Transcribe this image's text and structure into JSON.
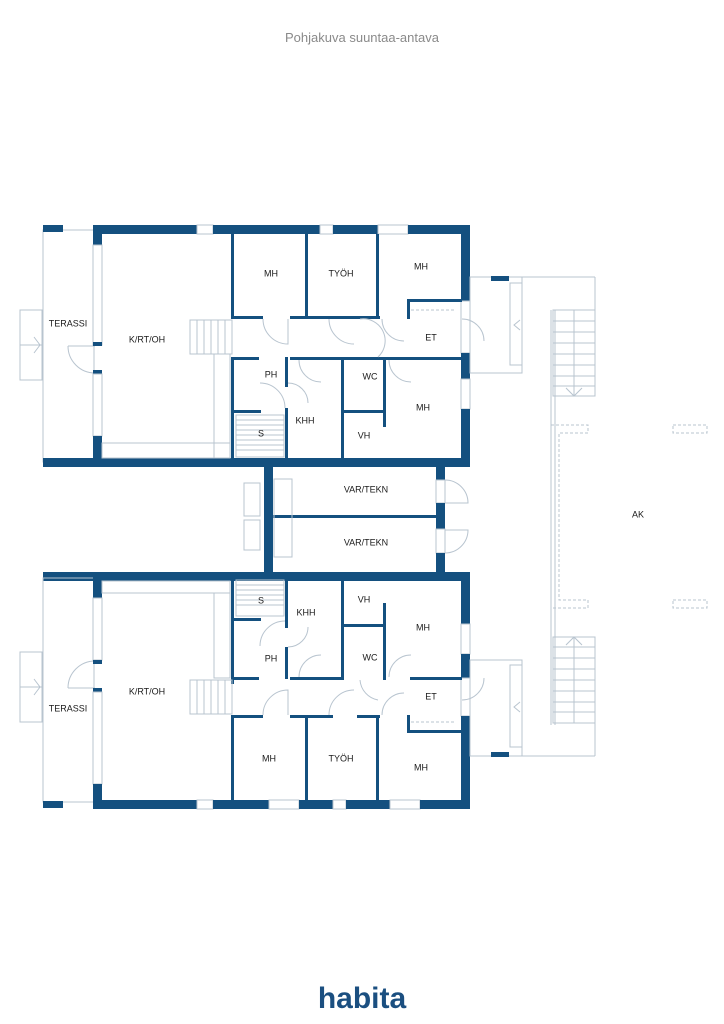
{
  "header": {
    "title": "Pohjakuva suuntaa-antava"
  },
  "rooms_upper": {
    "terassi": "TERASSI",
    "kitchen_living": "K/RT/OH",
    "mh1": "MH",
    "tyoh": "TYÖH",
    "mh2": "MH",
    "et": "ET",
    "ph": "PH",
    "wc": "WC",
    "mh3": "MH",
    "s": "S",
    "khh": "KHH",
    "vh": "VH"
  },
  "rooms_middle": {
    "var1": "VAR/TEKN",
    "var2": "VAR/TEKN",
    "ak": "AK"
  },
  "rooms_lower": {
    "terassi": "TERASSI",
    "kitchen_living": "K/RT/OH",
    "s": "S",
    "khh": "KHH",
    "vh": "VH",
    "mh3": "MH",
    "ph": "PH",
    "wc": "WC",
    "et": "ET",
    "mh1": "MH",
    "tyoh": "TYÖH",
    "mh2": "MH"
  },
  "colors": {
    "wall": "#14507f",
    "line": "#b8c4cf",
    "title": "#8a8a8a",
    "logo": "#1b4f80"
  },
  "footer": {
    "logo": "habita"
  }
}
